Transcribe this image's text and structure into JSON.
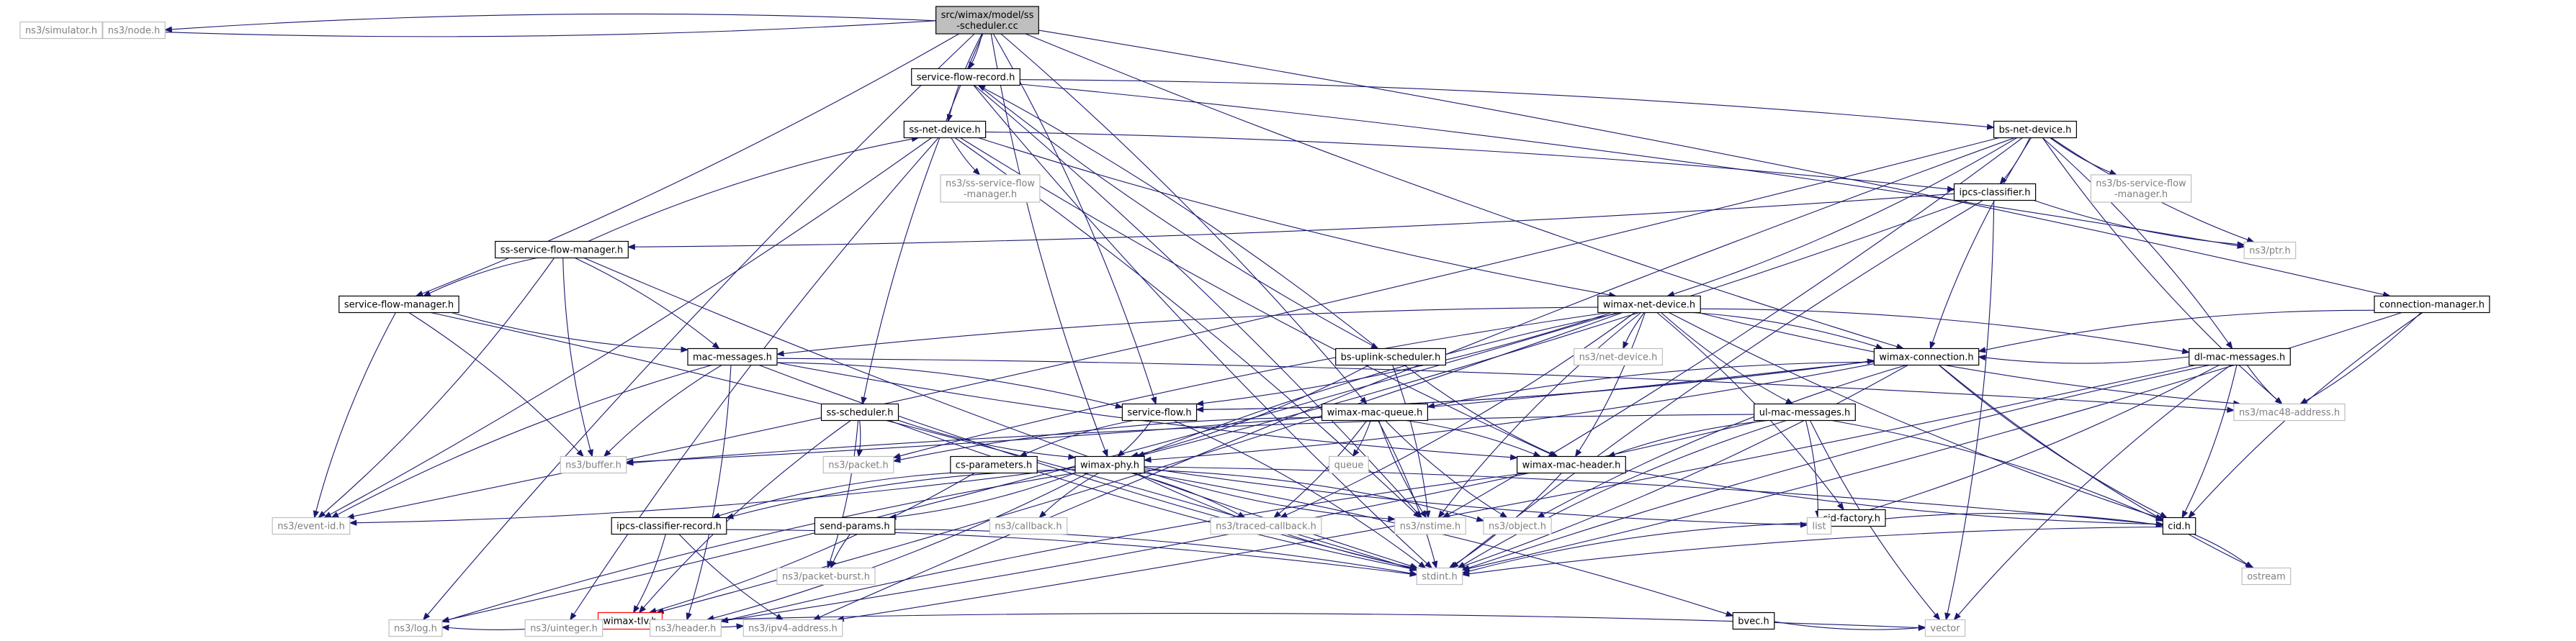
{
  "colors": {
    "edge": "#191970",
    "root_fill": "#bfbfbf",
    "doc_border": "#000000",
    "sys_border": "#bfbfbf",
    "sys_text": "#7f7f7f",
    "truncated_border": "#ff0000"
  },
  "nodes": [
    {
      "id": "root",
      "lines": [
        "src/wimax/model/ss",
        "-scheduler.cc"
      ],
      "kind": "root"
    },
    {
      "id": "sim",
      "lines": [
        "ns3/simulator.h"
      ],
      "kind": "sys"
    },
    {
      "id": "node",
      "lines": [
        "ns3/node.h"
      ],
      "kind": "sys"
    },
    {
      "id": "sfr",
      "lines": [
        "service-flow-record.h"
      ],
      "kind": "doc"
    },
    {
      "id": "ssnd",
      "lines": [
        "ss-net-device.h"
      ],
      "kind": "doc"
    },
    {
      "id": "bsnd",
      "lines": [
        "bs-net-device.h"
      ],
      "kind": "doc"
    },
    {
      "id": "sssfm_sys",
      "lines": [
        "ns3/ss-service-flow",
        "-manager.h"
      ],
      "kind": "sys"
    },
    {
      "id": "bssfm_sys",
      "lines": [
        "ns3/bs-service-flow",
        "-manager.h"
      ],
      "kind": "sys"
    },
    {
      "id": "ipcs",
      "lines": [
        "ipcs-classifier.h"
      ],
      "kind": "doc"
    },
    {
      "id": "ptr",
      "lines": [
        "ns3/ptr.h"
      ],
      "kind": "sys"
    },
    {
      "id": "sssfm",
      "lines": [
        "ss-service-flow-manager.h"
      ],
      "kind": "doc"
    },
    {
      "id": "sfm",
      "lines": [
        "service-flow-manager.h"
      ],
      "kind": "doc"
    },
    {
      "id": "wnd",
      "lines": [
        "wimax-net-device.h"
      ],
      "kind": "doc"
    },
    {
      "id": "connmgr",
      "lines": [
        "connection-manager.h"
      ],
      "kind": "doc"
    },
    {
      "id": "macmsg",
      "lines": [
        "mac-messages.h"
      ],
      "kind": "doc"
    },
    {
      "id": "bsup",
      "lines": [
        "bs-uplink-scheduler.h"
      ],
      "kind": "doc"
    },
    {
      "id": "netdev",
      "lines": [
        "ns3/net-device.h"
      ],
      "kind": "sys"
    },
    {
      "id": "wconn",
      "lines": [
        "wimax-connection.h"
      ],
      "kind": "doc"
    },
    {
      "id": "dlmac",
      "lines": [
        "dl-mac-messages.h"
      ],
      "kind": "doc"
    },
    {
      "id": "sssched",
      "lines": [
        "ss-scheduler.h"
      ],
      "kind": "doc"
    },
    {
      "id": "sf",
      "lines": [
        "service-flow.h"
      ],
      "kind": "doc"
    },
    {
      "id": "wmq",
      "lines": [
        "wimax-mac-queue.h"
      ],
      "kind": "doc"
    },
    {
      "id": "ulmac",
      "lines": [
        "ul-mac-messages.h"
      ],
      "kind": "doc"
    },
    {
      "id": "mac48",
      "lines": [
        "ns3/mac48-address.h"
      ],
      "kind": "sys"
    },
    {
      "id": "buffer",
      "lines": [
        "ns3/buffer.h"
      ],
      "kind": "sys"
    },
    {
      "id": "packet",
      "lines": [
        "ns3/packet.h"
      ],
      "kind": "sys"
    },
    {
      "id": "csparam",
      "lines": [
        "cs-parameters.h"
      ],
      "kind": "doc"
    },
    {
      "id": "wphy",
      "lines": [
        "wimax-phy.h"
      ],
      "kind": "doc"
    },
    {
      "id": "queue",
      "lines": [
        "queue"
      ],
      "kind": "sys"
    },
    {
      "id": "wmh",
      "lines": [
        "wimax-mac-header.h"
      ],
      "kind": "doc"
    },
    {
      "id": "cidf",
      "lines": [
        "cid-factory.h"
      ],
      "kind": "doc"
    },
    {
      "id": "eventid",
      "lines": [
        "ns3/event-id.h"
      ],
      "kind": "sys"
    },
    {
      "id": "ipcsrec",
      "lines": [
        "ipcs-classifier-record.h"
      ],
      "kind": "doc"
    },
    {
      "id": "sendp",
      "lines": [
        "send-params.h"
      ],
      "kind": "doc"
    },
    {
      "id": "callback",
      "lines": [
        "ns3/callback.h"
      ],
      "kind": "sys"
    },
    {
      "id": "traced",
      "lines": [
        "ns3/traced-callback.h"
      ],
      "kind": "sys"
    },
    {
      "id": "nstime",
      "lines": [
        "ns3/nstime.h"
      ],
      "kind": "sys"
    },
    {
      "id": "object",
      "lines": [
        "ns3/object.h"
      ],
      "kind": "sys"
    },
    {
      "id": "list",
      "lines": [
        "list"
      ],
      "kind": "sys"
    },
    {
      "id": "cid",
      "lines": [
        "cid.h"
      ],
      "kind": "doc"
    },
    {
      "id": "pburst",
      "lines": [
        "ns3/packet-burst.h"
      ],
      "kind": "sys"
    },
    {
      "id": "stdint",
      "lines": [
        "stdint.h"
      ],
      "kind": "sys"
    },
    {
      "id": "ostream",
      "lines": [
        "ostream"
      ],
      "kind": "sys"
    },
    {
      "id": "wtlv",
      "lines": [
        "wimax-tlv.h"
      ],
      "kind": "red"
    },
    {
      "id": "bvec",
      "lines": [
        "bvec.h"
      ],
      "kind": "doc"
    },
    {
      "id": "log",
      "lines": [
        "ns3/log.h"
      ],
      "kind": "sys"
    },
    {
      "id": "uint",
      "lines": [
        "ns3/uinteger.h"
      ],
      "kind": "sys"
    },
    {
      "id": "header",
      "lines": [
        "ns3/header.h"
      ],
      "kind": "sys"
    },
    {
      "id": "ipv4",
      "lines": [
        "ns3/ipv4-address.h"
      ],
      "kind": "sys"
    },
    {
      "id": "vector",
      "lines": [
        "vector"
      ],
      "kind": "sys"
    }
  ],
  "edges": [
    [
      "root",
      "sim"
    ],
    [
      "root",
      "node"
    ],
    [
      "root",
      "sfr"
    ],
    [
      "root",
      "ssnd"
    ],
    [
      "root",
      "sfm"
    ],
    [
      "root",
      "sssched"
    ],
    [
      "root",
      "sf"
    ],
    [
      "root",
      "wphy"
    ],
    [
      "root",
      "wmq"
    ],
    [
      "root",
      "wconn"
    ],
    [
      "root",
      "connmgr"
    ],
    [
      "root",
      "log"
    ],
    [
      "sfr",
      "bsnd"
    ],
    [
      "sfr",
      "bsup"
    ],
    [
      "sfr",
      "ptr"
    ],
    [
      "sfr",
      "stdint"
    ],
    [
      "sfr",
      "nstime"
    ],
    [
      "bsup",
      "sfr"
    ],
    [
      "bsup",
      "wphy"
    ],
    [
      "bsup",
      "wmh"
    ],
    [
      "bsup",
      "nstime"
    ],
    [
      "ssnd",
      "sssfm_sys"
    ],
    [
      "ssnd",
      "ipcs"
    ],
    [
      "ssnd",
      "wnd"
    ],
    [
      "ssnd",
      "eventid"
    ],
    [
      "ssnd",
      "uint"
    ],
    [
      "ssnd",
      "nstime"
    ],
    [
      "ssnd",
      "wmh"
    ],
    [
      "sssfm",
      "ssnd"
    ],
    [
      "sssfm",
      "sfm"
    ],
    [
      "sssfm",
      "macmsg"
    ],
    [
      "sssfm",
      "buffer"
    ],
    [
      "sssfm",
      "eventid"
    ],
    [
      "sssfm",
      "stdint"
    ],
    [
      "bsnd",
      "ipcs"
    ],
    [
      "bsnd",
      "bssfm_sys"
    ],
    [
      "bsnd",
      "wnd"
    ],
    [
      "bsnd",
      "wconn"
    ],
    [
      "bsnd",
      "dlmac"
    ],
    [
      "bsnd",
      "mac48"
    ],
    [
      "bsnd",
      "eventid"
    ],
    [
      "bsnd",
      "ptr"
    ],
    [
      "bsnd",
      "nstime"
    ],
    [
      "bsnd",
      "ipv4"
    ],
    [
      "ipcs",
      "sssfm"
    ],
    [
      "ipcs",
      "ptr"
    ],
    [
      "ipcs",
      "wphy"
    ],
    [
      "ipcs",
      "stdint"
    ],
    [
      "ipcs",
      "vector"
    ],
    [
      "sfm",
      "macmsg"
    ],
    [
      "sfm",
      "buffer"
    ],
    [
      "sfm",
      "eventid"
    ],
    [
      "sfm",
      "stdint"
    ],
    [
      "wnd",
      "macmsg"
    ],
    [
      "wnd",
      "wconn"
    ],
    [
      "wnd",
      "netdev"
    ],
    [
      "wnd",
      "dlmac"
    ],
    [
      "wnd",
      "ulmac"
    ],
    [
      "wnd",
      "wmh"
    ],
    [
      "wnd",
      "wphy"
    ],
    [
      "wnd",
      "sf"
    ],
    [
      "wnd",
      "mac48"
    ],
    [
      "wnd",
      "cidf"
    ],
    [
      "wnd",
      "nstime"
    ],
    [
      "wnd",
      "traced"
    ],
    [
      "wnd",
      "cid"
    ],
    [
      "wnd",
      "log"
    ],
    [
      "wnd",
      "packet"
    ],
    [
      "wnd",
      "wtlv"
    ],
    [
      "connmgr",
      "wconn"
    ],
    [
      "connmgr",
      "mac48"
    ],
    [
      "connmgr",
      "cid"
    ],
    [
      "connmgr",
      "stdint"
    ],
    [
      "macmsg",
      "wmh"
    ],
    [
      "macmsg",
      "sf"
    ],
    [
      "macmsg",
      "buffer"
    ],
    [
      "macmsg",
      "mac48"
    ],
    [
      "macmsg",
      "stdint"
    ],
    [
      "macmsg",
      "header"
    ],
    [
      "macmsg",
      "eventid"
    ],
    [
      "wconn",
      "sf"
    ],
    [
      "wconn",
      "wmq"
    ],
    [
      "wconn",
      "wphy"
    ],
    [
      "wconn",
      "cid"
    ],
    [
      "wconn",
      "stdint"
    ],
    [
      "wconn",
      "object"
    ],
    [
      "wconn",
      "buffer"
    ],
    [
      "wconn",
      "ostream"
    ],
    [
      "dlmac",
      "wconn"
    ],
    [
      "dlmac",
      "mac48"
    ],
    [
      "dlmac",
      "cid"
    ],
    [
      "dlmac",
      "stdint"
    ],
    [
      "dlmac",
      "list"
    ],
    [
      "dlmac",
      "vector"
    ],
    [
      "dlmac",
      "ipv4"
    ],
    [
      "sssched",
      "wphy"
    ],
    [
      "sssched",
      "packet"
    ],
    [
      "sssched",
      "stdint"
    ],
    [
      "sssched",
      "pburst"
    ],
    [
      "sssched",
      "wtlv"
    ],
    [
      "sf",
      "wphy"
    ],
    [
      "sf",
      "csparam"
    ],
    [
      "sf",
      "stdint"
    ],
    [
      "sf",
      "wconn"
    ],
    [
      "wmq",
      "wmh"
    ],
    [
      "wmq",
      "packet"
    ],
    [
      "wmq",
      "queue"
    ],
    [
      "wmq",
      "object"
    ],
    [
      "wmq",
      "traced"
    ],
    [
      "wmq",
      "nstime"
    ],
    [
      "wmq",
      "stdint"
    ],
    [
      "ulmac",
      "wmh"
    ],
    [
      "ulmac",
      "cid"
    ],
    [
      "ulmac",
      "buffer"
    ],
    [
      "ulmac",
      "list"
    ],
    [
      "ulmac",
      "stdint"
    ],
    [
      "ulmac",
      "header"
    ],
    [
      "ulmac",
      "vector"
    ],
    [
      "wphy",
      "eventid"
    ],
    [
      "wphy",
      "ipcsrec"
    ],
    [
      "wphy",
      "sendp"
    ],
    [
      "wphy",
      "callback"
    ],
    [
      "wphy",
      "traced"
    ],
    [
      "wphy",
      "nstime"
    ],
    [
      "wphy",
      "object"
    ],
    [
      "wphy",
      "list"
    ],
    [
      "wphy",
      "cid"
    ],
    [
      "wphy",
      "stdint"
    ],
    [
      "wphy",
      "bvec"
    ],
    [
      "wphy",
      "log"
    ],
    [
      "wphy",
      "header"
    ],
    [
      "wmh",
      "cid"
    ],
    [
      "wmh",
      "stdint"
    ],
    [
      "wmh",
      "header"
    ],
    [
      "cidf",
      "cid"
    ],
    [
      "cidf",
      "stdint"
    ],
    [
      "csparam",
      "wtlv"
    ],
    [
      "csparam",
      "ipcsrec"
    ],
    [
      "ipcsrec",
      "wtlv"
    ],
    [
      "ipcsrec",
      "ipv4"
    ],
    [
      "ipcsrec",
      "stdint"
    ],
    [
      "sendp",
      "pburst"
    ],
    [
      "sendp",
      "stdint"
    ],
    [
      "cid",
      "stdint"
    ],
    [
      "cid",
      "ostream"
    ],
    [
      "bvec",
      "vector"
    ],
    [
      "wtlv",
      "log"
    ],
    [
      "wtlv",
      "uint"
    ],
    [
      "wtlv",
      "header"
    ],
    [
      "wtlv",
      "ipv4"
    ],
    [
      "wtlv",
      "vector"
    ]
  ]
}
